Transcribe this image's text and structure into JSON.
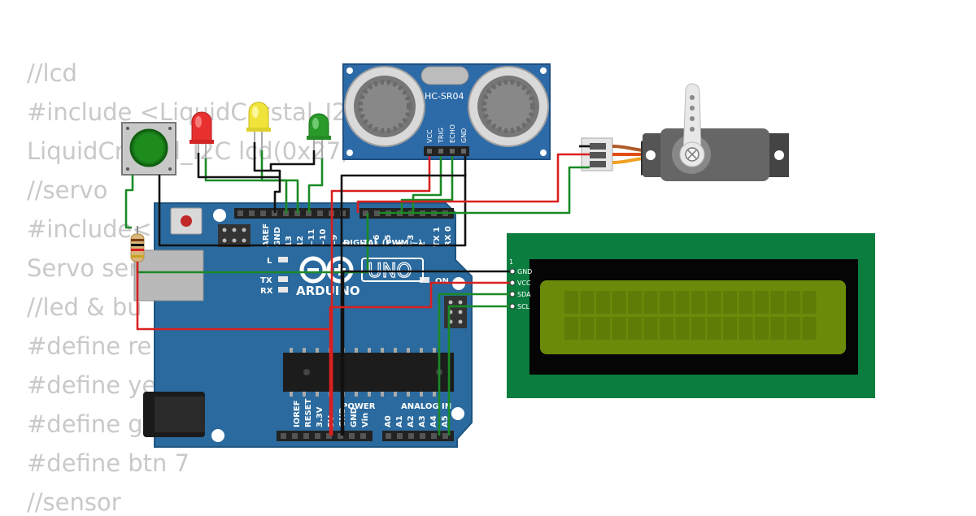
{
  "code_lines": [
    "//lcd",
    "#include <LiquidCrystal_I2",
    "LiquidCrystal_I2C lcd(0x27,",
    "//servo",
    "#include<",
    "Servo ser",
    "//led & bu",
    "#define re",
    "#define ye",
    "#define g",
    "#define btn 7",
    "//sensor"
  ],
  "sensor": {
    "label": "HC-SR04",
    "pins": [
      "VCC",
      "TRIG",
      "ECHO",
      "GND"
    ]
  },
  "arduino": {
    "brand": "ARDUINO",
    "model": "UNO",
    "digital_header": "DIGITAL (PWM ~)",
    "digital_pins": [
      "AREF",
      "GND",
      "13",
      "12",
      "~11",
      "~10",
      "~9",
      "8",
      "7",
      "~6",
      "~5",
      "4",
      "~3",
      "2",
      "TX 1",
      "RX 0"
    ],
    "led_l": "L",
    "led_tx": "TX",
    "led_rx": "RX",
    "on_label": "ON",
    "power_header": "POWER",
    "power_pins": [
      "IOREF",
      "RESET",
      "3.3V",
      "5V",
      "GND",
      "GND",
      "Vin"
    ],
    "analog_header": "ANALOG IN",
    "analog_pins": [
      "A0",
      "A1",
      "A2",
      "A3",
      "A4",
      "A5"
    ]
  },
  "lcd": {
    "pin_one": "1",
    "pins": [
      "GND",
      "VCC",
      "SDA",
      "SCL"
    ]
  },
  "colors": {
    "board": "#2a6a9e",
    "board_dark": "#1f5580",
    "lcd_pcb": "#0b7d3e",
    "lcd_screen": "#6b8a0a",
    "wire_red": "#d9201e",
    "wire_black": "#111111",
    "wire_green": "#1a8a25",
    "code_text": "#c9c9c9"
  }
}
